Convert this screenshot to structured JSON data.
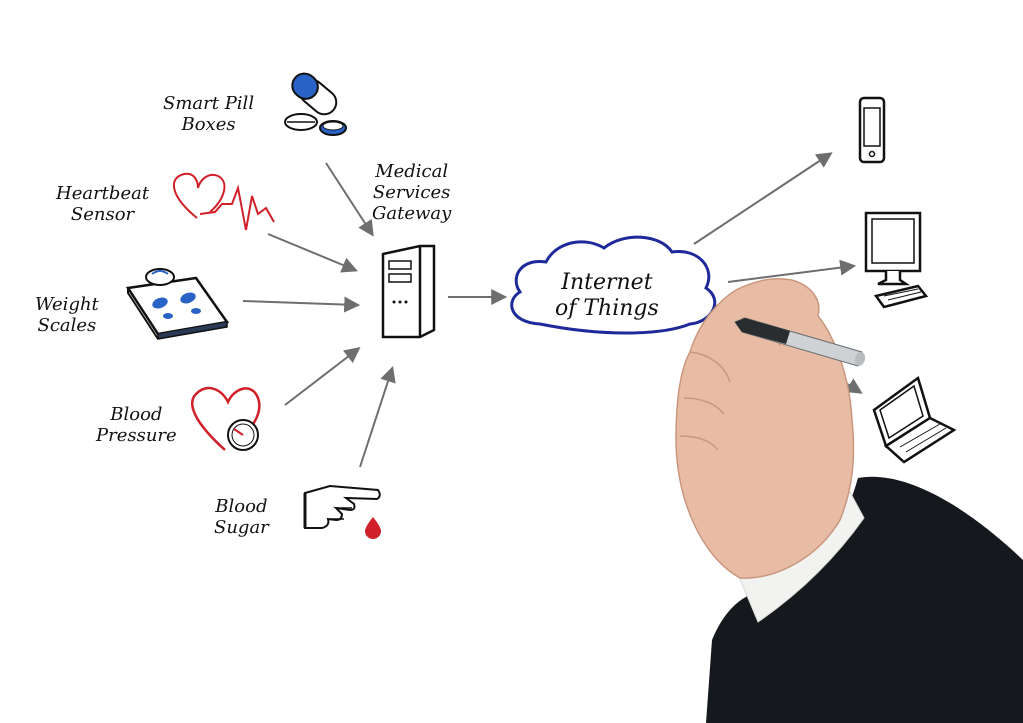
{
  "diagram": {
    "inputs": [
      {
        "line1": "Smart Pill",
        "line2": "Boxes"
      },
      {
        "line1": "Heartbeat",
        "line2": "Sensor"
      },
      {
        "line1": "Weight",
        "line2": "Scales"
      },
      {
        "line1": "Blood",
        "line2": "Pressure"
      },
      {
        "line1": "Blood",
        "line2": "Sugar"
      }
    ],
    "gateway": {
      "line1": "Medical",
      "line2": "Services",
      "line3": "Gateway"
    },
    "cloud": {
      "line1": "Internet",
      "line2": "of Things"
    },
    "outputs": [
      "smartphone-icon",
      "desktop-computer-icon",
      "laptop-icon"
    ]
  },
  "colors": {
    "ink": "#111111",
    "accent_red": "#d0202a",
    "cloud_blue": "#1f2a9a",
    "pill_blue": "#2a63c6",
    "arrow_gray": "#6e6e6e"
  }
}
